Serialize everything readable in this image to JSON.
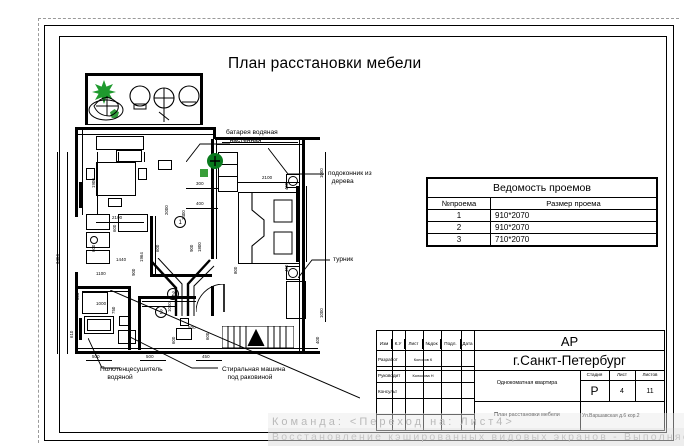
{
  "document": {
    "title": "План расстановки мебели"
  },
  "openings_table": {
    "title": "Ведомость проемов",
    "columns": [
      "№проема",
      "Размер проема"
    ],
    "rows": [
      {
        "no": "1",
        "size": "910*2070"
      },
      {
        "no": "2",
        "size": "910*2070"
      },
      {
        "no": "3",
        "size": "710*2070"
      }
    ]
  },
  "annotations": [
    {
      "name": "radiator",
      "text": "батарея водяная\n  настенная"
    },
    {
      "name": "windowsill",
      "text": "подоконник из\n  дерева"
    },
    {
      "name": "pullup-bar",
      "text": "турник"
    },
    {
      "name": "towel-dryer",
      "text": "Полотенцесушитель\n    водяной"
    },
    {
      "name": "washing-machine",
      "text": "Стиральная машина\n   под раковиной"
    }
  ],
  "stamp": {
    "sheet_code": "АР",
    "city": "г.Санкт-Петербург",
    "rev_headers": [
      "Изм",
      "К.У",
      "Лист",
      "№док",
      "Подл.",
      "Дата"
    ],
    "roles": [
      {
        "role": "Разработ",
        "name": "Колосов К"
      },
      {
        "role": "Руководит",
        "name": "Колосова Н"
      },
      {
        "role": "Консульт",
        "name": ""
      },
      {
        "role": "",
        "name": ""
      },
      {
        "role": "",
        "name": ""
      }
    ],
    "object": "Однокоматная квартира",
    "drawing": "План расстановки мебели",
    "stage_headers": [
      "Стадия",
      "Лист",
      "Листов"
    ],
    "stage_values": [
      "Р",
      "4",
      "11"
    ],
    "address": "Ул.Варшавская д.6 кор.2"
  },
  "command_line": {
    "line1": "Команда:      <Переход на: Лист4>",
    "line2": "Восстановление кэшированных видовых экранов - Выполняется"
  },
  "dimensions": {
    "vertical_overall": "3464",
    "values": [
      "1900",
      "600",
      "600",
      "1964",
      "600",
      "2100",
      "2000",
      "3400",
      "300",
      "400",
      "900",
      "1800",
      "450",
      "450",
      "1000",
      "1000",
      "1000",
      "600",
      "600",
      "500",
      "500",
      "1000",
      "750",
      "305",
      "610",
      "600",
      "400",
      "600",
      "900",
      "600",
      "1100",
      "1440",
      "1000",
      "500",
      "600",
      "800"
    ]
  },
  "door_marks": [
    "1",
    "2",
    "3"
  ]
}
